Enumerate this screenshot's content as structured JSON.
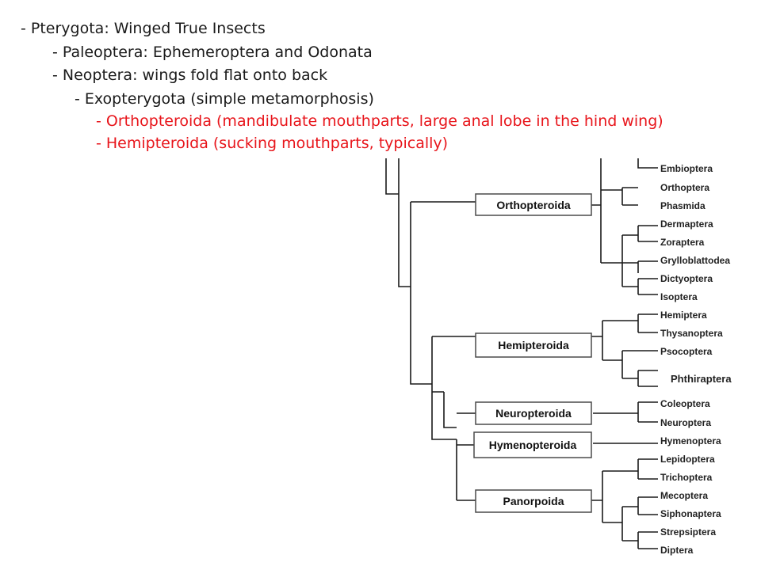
{
  "outline": [
    {
      "text": "- Pterygota: Winged True Insects",
      "highlight": false
    },
    {
      "text": "- Paleoptera: Ephemeroptera and Odonata",
      "highlight": false
    },
    {
      "text": "- Neoptera: wings fold flat onto back",
      "highlight": false
    },
    {
      "text": "- Exopterygota (simple metamorphosis)",
      "highlight": false
    },
    {
      "text": "- Orthopteroida (mandibulate mouthparts, large anal lobe in the hind wing)",
      "highlight": true
    },
    {
      "text": "- Hemipteroida (sucking mouthparts, typically)",
      "highlight": true
    }
  ],
  "colors": {
    "text": "#1a1a1a",
    "highlight": "#e8151b",
    "lines": "#1a1a1a",
    "box_border": "#4a4a4a"
  },
  "groups": {
    "orthopteroida": "Orthopteroida",
    "hemipteroida": "Hemipteroida",
    "neuropteroida": "Neuropteroida",
    "hymenopteroida": "Hymenopteroida",
    "panorpoida": "Panorpoida"
  },
  "taxa": {
    "embioptera": "Embioptera",
    "orthoptera": "Orthoptera",
    "phasmida": "Phasmida",
    "dermaptera": "Dermaptera",
    "zoraptera": "Zoraptera",
    "grylloblattodea": "Grylloblattodea",
    "dictyoptera": "Dictyoptera",
    "isoptera": "Isoptera",
    "hemiptera": "Hemiptera",
    "thysanoptera": "Thysanoptera",
    "psocoptera": "Psocoptera",
    "phthiraptera": "Phthiraptera",
    "coleoptera": "Coleoptera",
    "neuroptera": "Neuroptera",
    "hymenoptera": "Hymenoptera",
    "lepidoptera": "Lepidoptera",
    "trichoptera": "Trichoptera",
    "mecoptera": "Mecoptera",
    "siphonaptera": "Siphonaptera",
    "strepsiptera": "Strepsiptera",
    "diptera": "Diptera"
  }
}
